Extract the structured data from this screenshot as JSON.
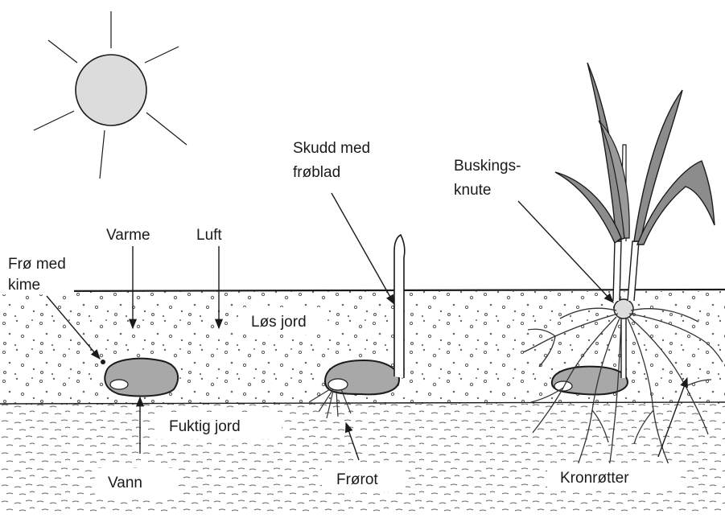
{
  "labels": {
    "varme": "Varme",
    "luft": "Luft",
    "fro_med_kime_1": "Frø med",
    "fro_med_kime_2": "kime",
    "los_jord": "Løs jord",
    "fuktig_jord": "Fuktig jord",
    "vann": "Vann",
    "skudd_1": "Skudd med",
    "skudd_2": "frøblad",
    "frorot": "Frørot",
    "buskings_1": "Buskings-",
    "buskings_2": "knute",
    "kronrotter": "Kronrøtter"
  },
  "colors": {
    "sun_fill": "#dcdcdc",
    "seed_fill": "#a8a8a8",
    "leaf_fill": "#8c8c8c",
    "line": "#1a1a1a",
    "speckle": "#555555",
    "label_bg": "#ffffff"
  }
}
